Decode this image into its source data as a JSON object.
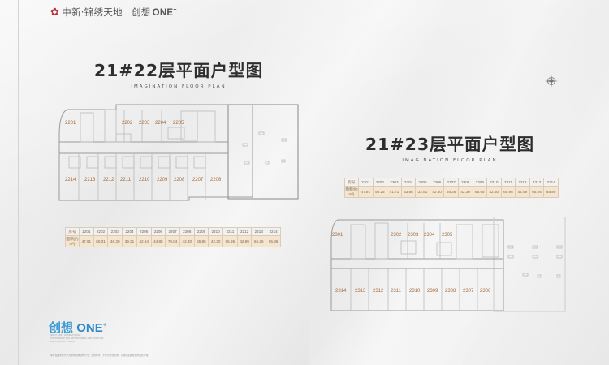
{
  "header": {
    "brand": "中新·锦绣天地",
    "sub_brand_cn": "创想",
    "sub_brand_en": "ONE",
    "plus": "+"
  },
  "plan_22": {
    "title": "21#22层平面户型图",
    "subtitle": "IMAGINATION FLOOR PLAN",
    "table": {
      "row_label_unit": "房号",
      "row_label_area": "面积(约m²)",
      "units": [
        "2201",
        "2202",
        "2203",
        "2204",
        "2205",
        "2206",
        "2207",
        "2208",
        "2209",
        "2210",
        "2211",
        "2212",
        "2213",
        "2214"
      ],
      "areas": [
        "47.91",
        "60.31",
        "46.30",
        "39.31",
        "42.94",
        "44.85",
        "70.04",
        "42.30",
        "65.95",
        "42.30",
        "65.95",
        "42.99",
        "65.26",
        "65.86"
      ]
    },
    "rooms_top": [
      "2201",
      "2202",
      "2203",
      "2204",
      "2205"
    ],
    "rooms_bottom": [
      "2214",
      "2213",
      "2212",
      "2211",
      "2210",
      "2209",
      "2208",
      "2207",
      "2206"
    ]
  },
  "plan_23": {
    "title": "21#23层平面户型图",
    "subtitle": "IMAGINATION FLOOR PLAN",
    "table": {
      "row_label_unit": "房号",
      "row_label_area": "面积(约m²)",
      "units": [
        "2301",
        "2302",
        "2303",
        "2304",
        "2305",
        "2306",
        "2307",
        "2308",
        "2309",
        "2310",
        "2311",
        "2312",
        "2313",
        "2314"
      ],
      "areas": [
        "47.91",
        "59.25",
        "41.71",
        "33.66",
        "32.81",
        "42.60",
        "65.26",
        "42.30",
        "65.95",
        "42.30",
        "65.95",
        "42.99",
        "65.26",
        "65.86"
      ]
    },
    "rooms_top": [
      "2301",
      "2302",
      "2303",
      "2304",
      "2305"
    ],
    "rooms_bottom": [
      "2314",
      "2313",
      "2312",
      "2311",
      "2310",
      "2309",
      "2308",
      "2307",
      "2306"
    ]
  },
  "footer": {
    "logo_cn": "创想",
    "logo_en": "ONE",
    "plus": "+",
    "tagline_1": "JINXIU ONE · INTERNATIONAL",
    "tagline_2": "YOUTH SPACE FOR SELF-BUSINESS AND CREATION",
    "tagline_3": "BOUTIQUE LOFT SPACE",
    "disclaimer": "本户型图所标尺寸为建筑墙体结构尺寸，仅供参考，不作为交付标准，以政府最终批准的图纸为准。"
  },
  "colors": {
    "room_label": "#a06a3e",
    "table_area_bg": "#f5e5cf",
    "brand_red": "#b3303a",
    "logo_blue": "#3d9bd6"
  }
}
